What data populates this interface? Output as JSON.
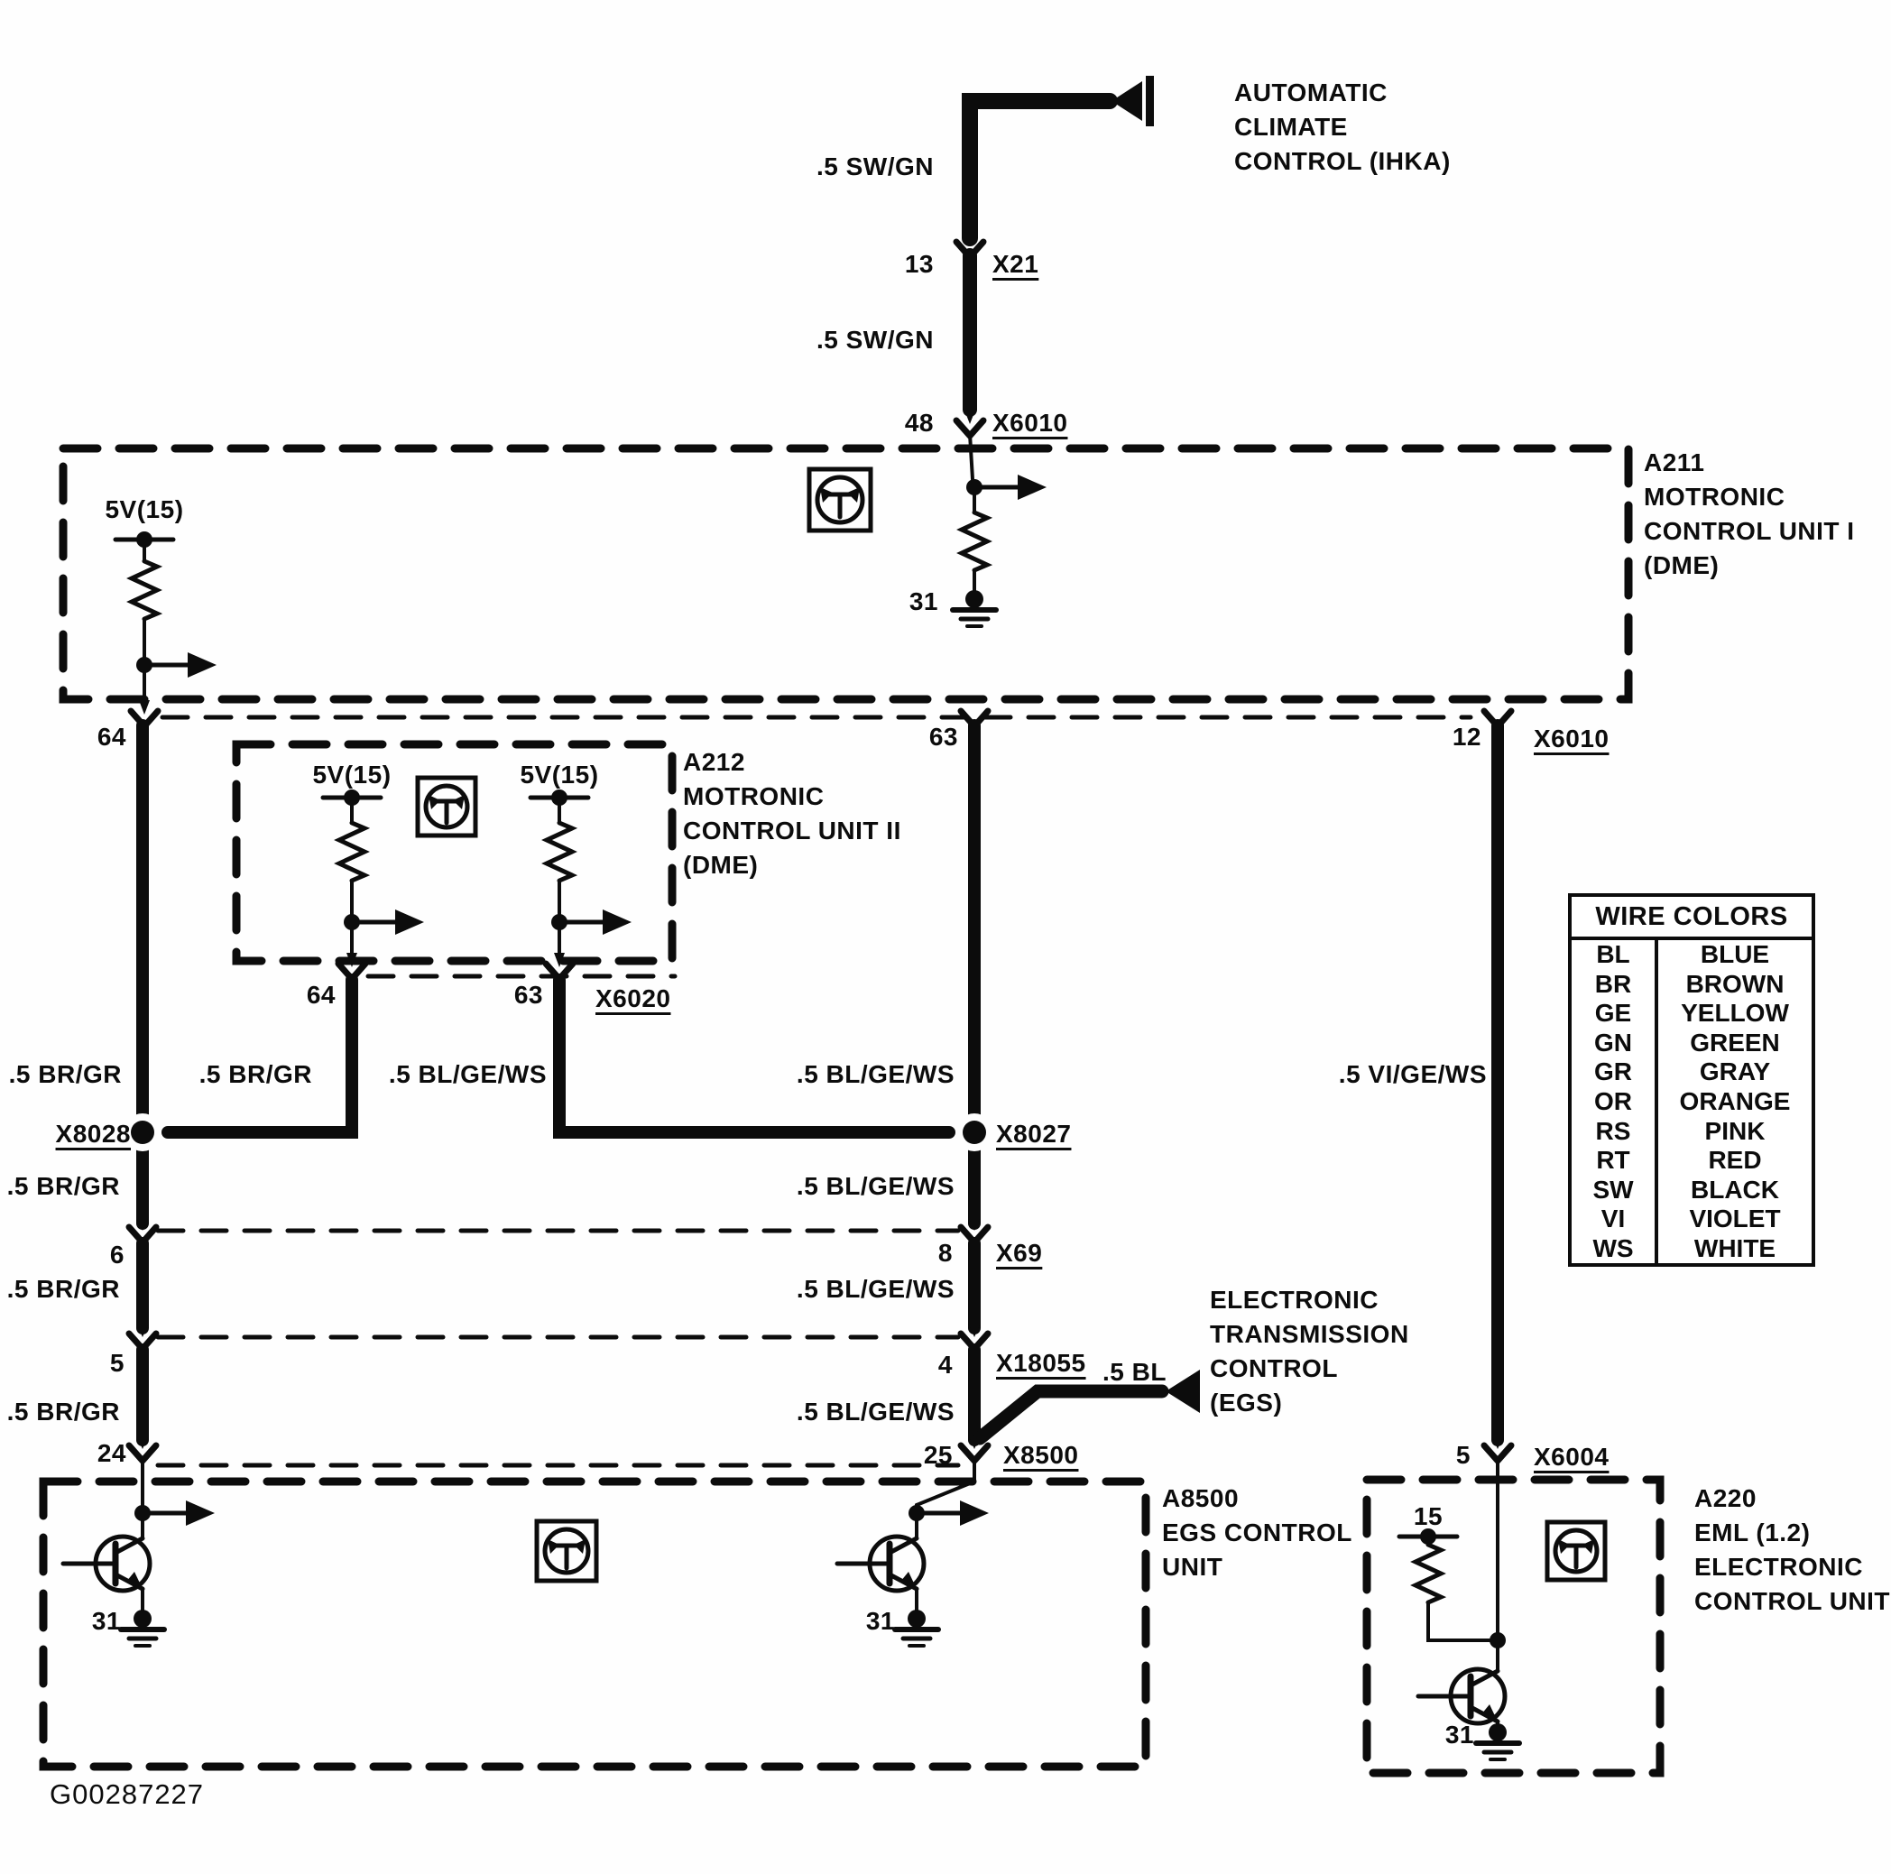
{
  "figure_code": "G00287227",
  "climate": {
    "l1": "AUTOMATIC",
    "l2": "CLIMATE",
    "l3": "CONTROL (IHKA)"
  },
  "egs_dest": {
    "l1": "ELECTRONIC",
    "l2": "TRANSMISSION",
    "l3": "CONTROL",
    "l4": "(EGS)"
  },
  "wires": {
    "sw_gn": ".5 SW/GN",
    "br_gr": ".5 BR/GR",
    "bl_ge_ws": ".5 BL/GE/WS",
    "vi_ge_ws": ".5 VI/GE/WS",
    "bl": ".5 BL"
  },
  "top": {
    "pin13": "13",
    "x21": "X21",
    "pin48": "48",
    "x6010": "X6010"
  },
  "a211": {
    "id": "A211",
    "n1": "MOTRONIC",
    "n2": "CONTROL UNIT I",
    "n3": "(DME)",
    "supply": "5V(15)",
    "gnd": "31",
    "pin64": "64",
    "pin63": "63",
    "pin12": "12",
    "x6010": "X6010"
  },
  "a212": {
    "id": "A212",
    "n1": "MOTRONIC",
    "n2": "CONTROL UNIT II",
    "n3": "(DME)",
    "supply1": "5V(15)",
    "supply2": "5V(15)",
    "pin64": "64",
    "pin63": "63",
    "x6020": "X6020"
  },
  "splices": {
    "x8028": "X8028",
    "x8027": "X8027"
  },
  "x69": {
    "pin_l": "6",
    "pin_r": "8",
    "name": "X69"
  },
  "x18055": {
    "pin_l": "5",
    "pin_r": "4",
    "name": "X18055"
  },
  "x8500": {
    "pin_l": "24",
    "pin_r": "25",
    "name": "X8500"
  },
  "a8500": {
    "id": "A8500",
    "n1": "EGS CONTROL",
    "n2": "UNIT",
    "gnd_l": "31",
    "gnd_r": "31"
  },
  "a220": {
    "id": "A220",
    "n1": "EML (1.2)",
    "n2": "ELECTRONIC",
    "n3": "CONTROL UNIT",
    "pin5": "5",
    "x6004": "X6004",
    "supply": "15",
    "gnd": "31"
  },
  "wire_colors": {
    "title": "WIRE COLORS",
    "rows": [
      {
        "code": "BL",
        "color": "BLUE"
      },
      {
        "code": "BR",
        "color": "BROWN"
      },
      {
        "code": "GE",
        "color": "YELLOW"
      },
      {
        "code": "GN",
        "color": "GREEN"
      },
      {
        "code": "GR",
        "color": "GRAY"
      },
      {
        "code": "OR",
        "color": "ORANGE"
      },
      {
        "code": "RS",
        "color": "PINK"
      },
      {
        "code": "RT",
        "color": "RED"
      },
      {
        "code": "SW",
        "color": "BLACK"
      },
      {
        "code": "VI",
        "color": "VIOLET"
      },
      {
        "code": "WS",
        "color": "WHITE"
      }
    ]
  }
}
